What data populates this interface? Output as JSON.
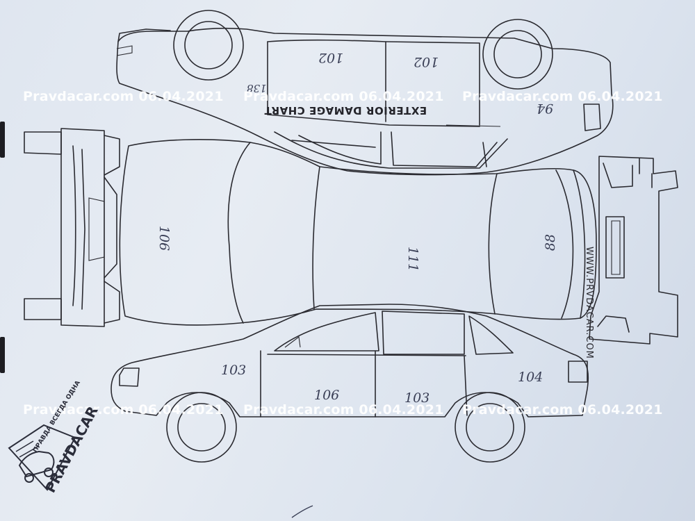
{
  "chart_title": "EXTERIOR DAMAGE CHART",
  "site_label": "WWW.PRVDACAR.COM",
  "watermark_text": "Pravdacar.com 06.04.2021",
  "logo": {
    "brand": "PRAVDACAR",
    "slogan": "ПРАВДА ВСЕГДА ОДНА"
  },
  "annotations": {
    "top_front_door": "102",
    "top_rear_door": "102",
    "top_front_fender": "138",
    "top_rear_quarter": "94",
    "hood": "106",
    "roof": "111",
    "trunk": "88",
    "bottom_front_fender": "103",
    "bottom_front_door": "106",
    "bottom_rear_door": "103",
    "bottom_rear_quarter": "104"
  }
}
